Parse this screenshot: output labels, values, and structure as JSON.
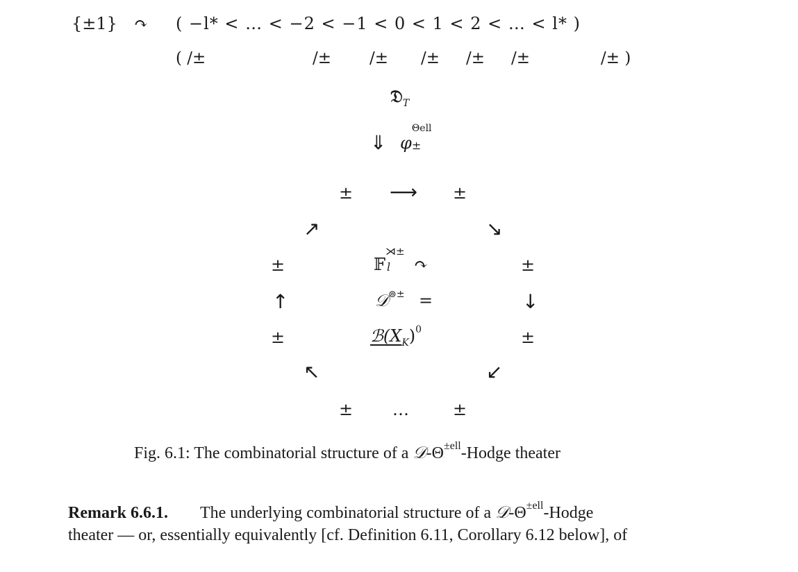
{
  "top_row": {
    "group": "{±1}",
    "action": "↷",
    "sequence": "( −l* < … < −2 < −1 < 0 < 1 < 2 < … < l* )"
  },
  "second_row": {
    "open": "( /±",
    "items": [
      "/±",
      "/±",
      "/±",
      "/±",
      "/±"
    ],
    "close": "/± )"
  },
  "frak_D": {
    "symbol": "𝔇",
    "subscript": "T"
  },
  "down_arrow": {
    "arrow": "⇓",
    "phi": "φ",
    "phi_sup": "Θell",
    "phi_sub": "±"
  },
  "diagram": {
    "top_left": "±",
    "top_right": "±",
    "top_arrow": "⟶",
    "upper_left_arrow": "↗",
    "upper_right_arrow": "↘",
    "mid_left_upper": "±",
    "mid_right_upper": "±",
    "left_arrow": "↑",
    "right_arrow": "↓",
    "mid_left_lower": "±",
    "mid_right_lower": "±",
    "lower_left_arrow": "↖",
    "lower_right_arrow": "↙",
    "bottom_left": "±",
    "bottom_dots": "…",
    "bottom_right": "±",
    "center_line1_F": "𝔽",
    "center_line1_sub": "l",
    "center_line1_sup": "⋊±",
    "center_line1_act": "↷",
    "center_line2_D": "𝒟",
    "center_line2_sup": "⊚±",
    "center_line2_eq": "=",
    "center_line3": "ℬ(X",
    "center_line3_sub": "K",
    "center_line3_close": ")",
    "center_line3_sup": "0"
  },
  "caption": {
    "prefix": "Fig. 6.1: The combinatorial structure of a ",
    "D": "𝒟",
    "dash_theta": "-Θ",
    "sup": "±ell",
    "suffix": "-Hodge theater"
  },
  "remark": {
    "title": "Remark 6.6.1.",
    "line1_a": "The underlying combinatorial structure of a ",
    "line1_D": "𝒟",
    "line1_theta": "-Θ",
    "line1_sup": "±ell",
    "line1_b": "-Hodge",
    "line2": "theater — or, essentially equivalently [cf. Definition 6.11, Corollary 6.12 below], of"
  }
}
